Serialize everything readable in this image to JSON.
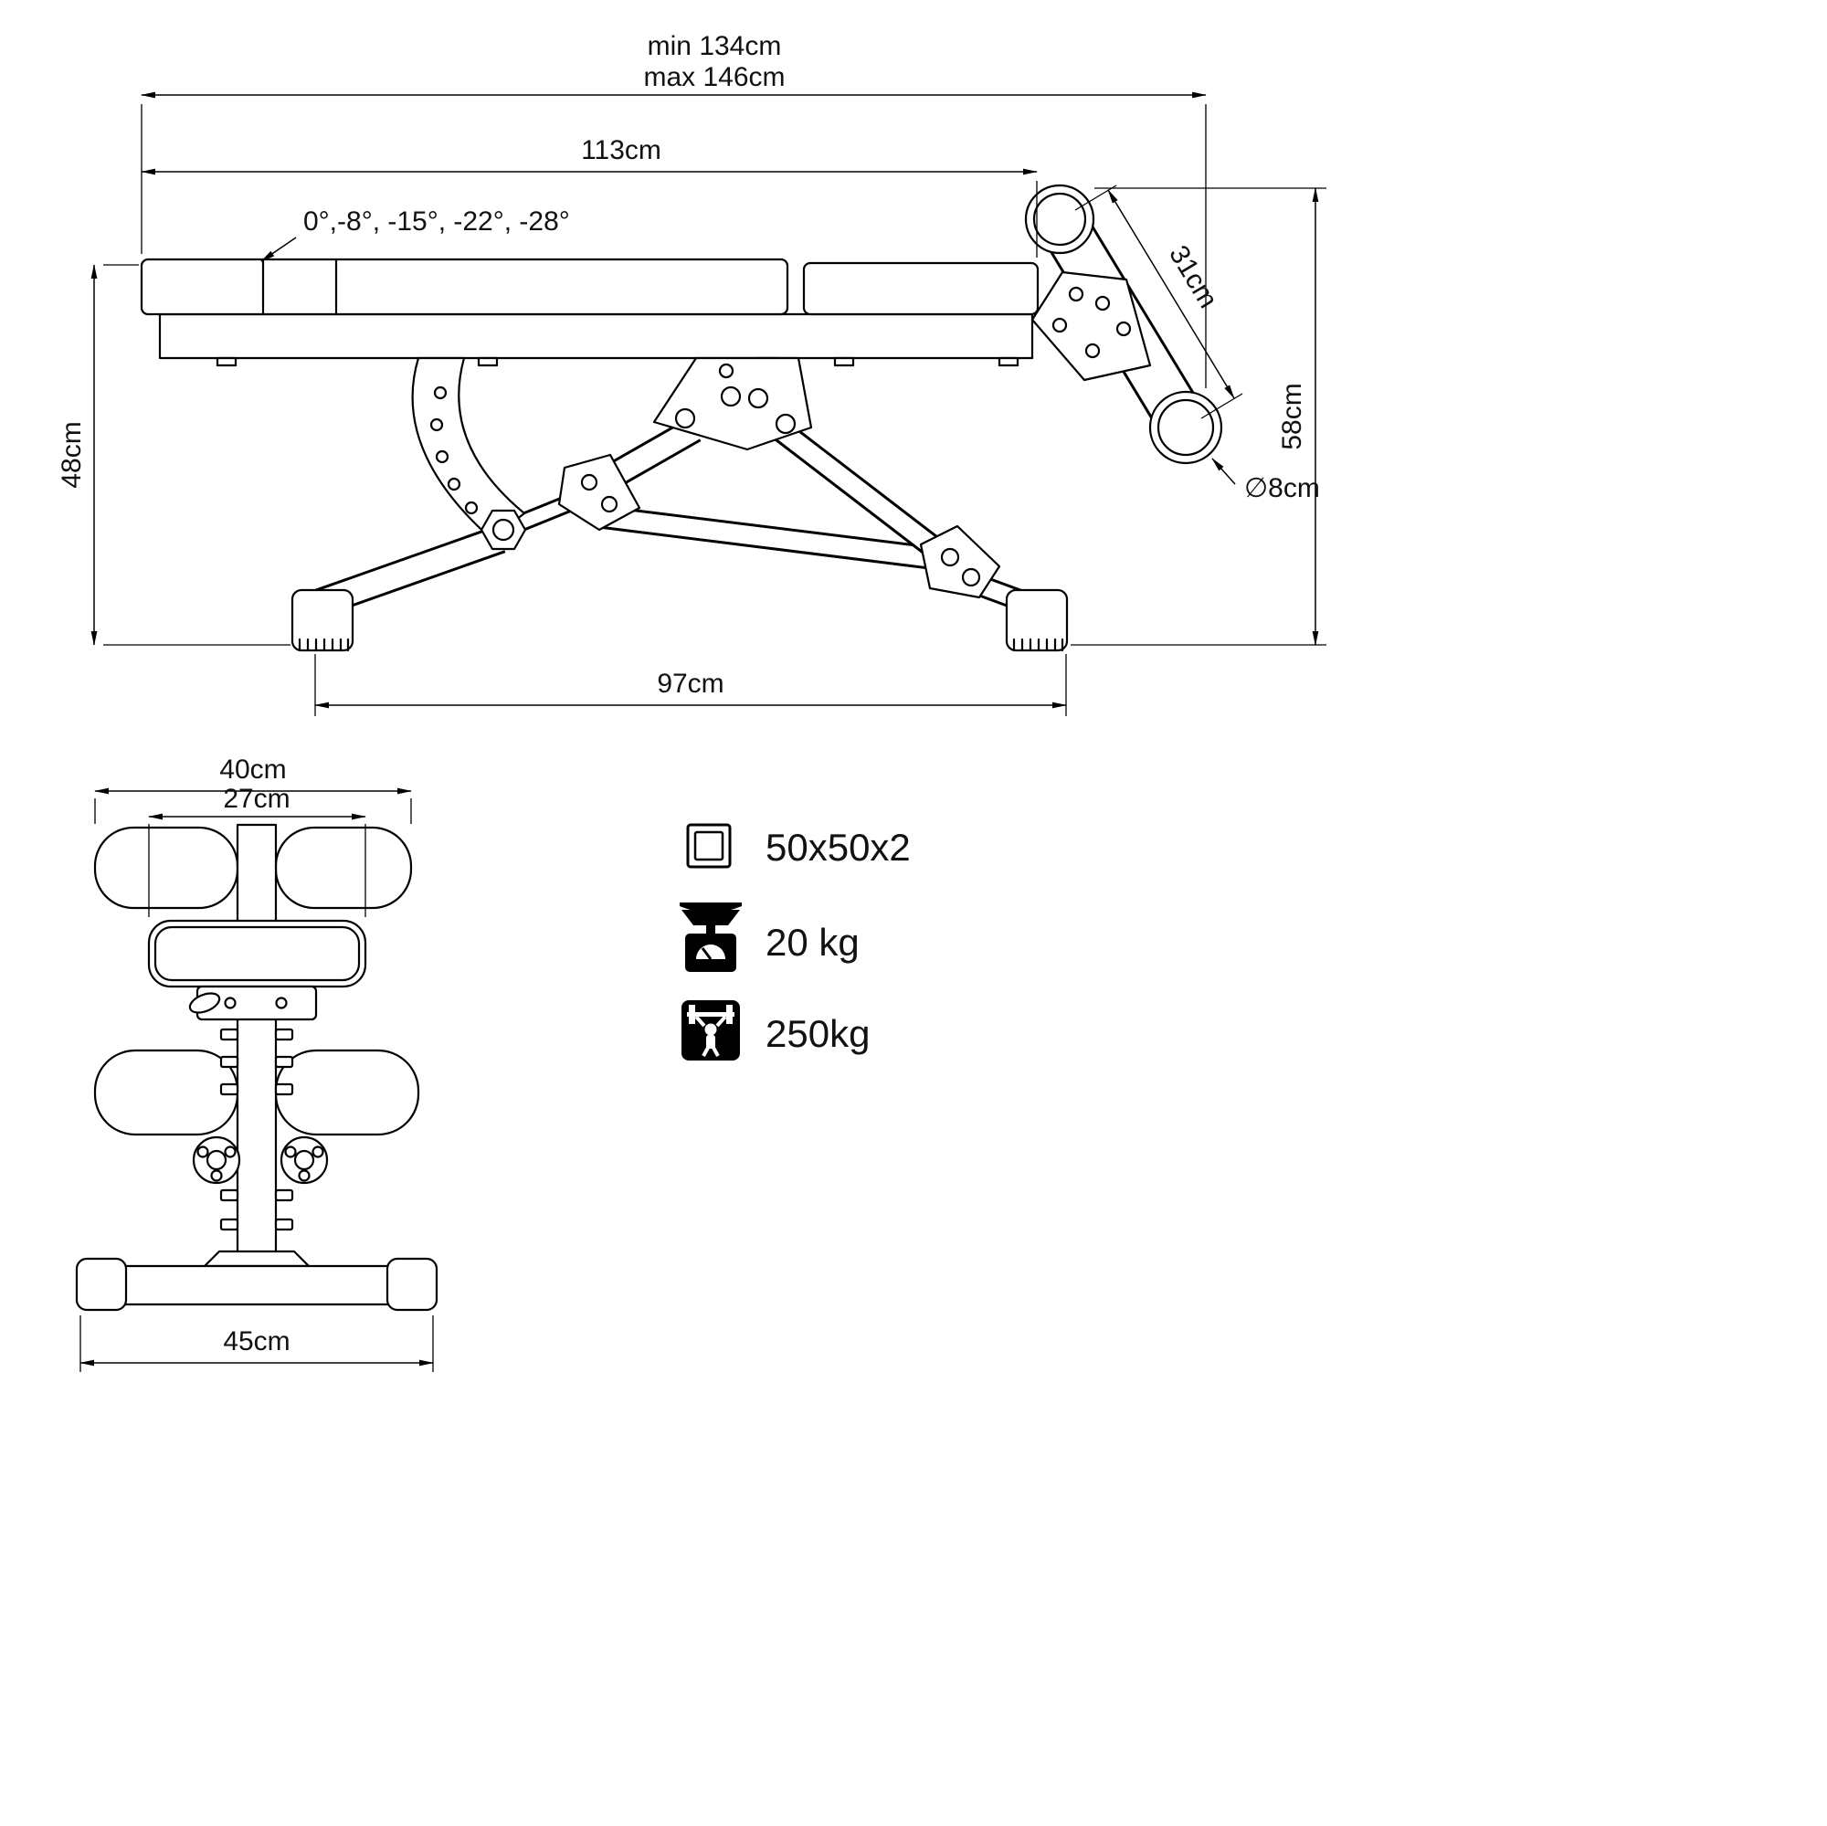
{
  "drawing": {
    "title": "adjustable-bench-technical-drawing",
    "line_color": "#000000",
    "background": "#ffffff"
  },
  "side_view": {
    "overall_min": "min 134cm",
    "overall_max": "max 146cm",
    "pad_length": "113cm",
    "angles": "0°,-8°, -15°, -22°, -28°",
    "height_left": "48cm",
    "height_right": "58cm",
    "arm_length": "31cm",
    "roller_diameter": "∅8cm",
    "foot_span": "97cm"
  },
  "front_view": {
    "roller_width": "40cm",
    "seat_width": "27cm",
    "base_width": "45cm"
  },
  "specs": {
    "items": [
      {
        "icon": "square-tube-icon",
        "value": "50x50x2"
      },
      {
        "icon": "scale-icon",
        "value": "20 kg"
      },
      {
        "icon": "max-load-icon",
        "value": "250kg"
      }
    ]
  }
}
